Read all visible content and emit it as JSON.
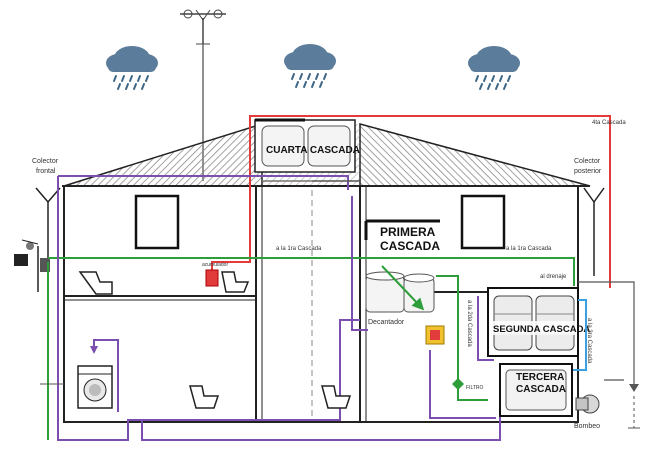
{
  "labels": {
    "cuarta_cascada": "CUARTA CASCADA",
    "primera_cascada_1": "PRIMERA",
    "primera_cascada_2": "CASCADA",
    "segunda_cascada": "SEGUNDA CASCADA",
    "tercera_cascada_1": "TERCERA",
    "tercera_cascada_2": "CASCADA",
    "colector_frontal_1": "Colector",
    "colector_frontal_2": "frontal",
    "colector_posterior_1": "Colector",
    "colector_posterior_2": "posterior",
    "a_la_1ra_cascada_left": "a la 1ra Cascada",
    "a_la_1ra_cascada_right": "a la 1ra Cascada",
    "cuarta_cascada_pipe": "4ta Cascada",
    "decantador": "Decantador",
    "a_la_2da_cascada": "a la 2da Cascada",
    "a_la_3ra_cascada": "a la 3ra Cascada",
    "bombeo": "Bombeo",
    "filtro": "FILTRO",
    "al_drenaje": "al drenaje",
    "inodoro": "acumulador"
  },
  "colors": {
    "red_pipe": "#e23b3b",
    "purple_pipe": "#7a4fb0",
    "green_pipe": "#2e9e3a",
    "blue_pipe": "#3aa0e0",
    "wall": "#222222",
    "roof_hatch": "#9a9a9a"
  }
}
